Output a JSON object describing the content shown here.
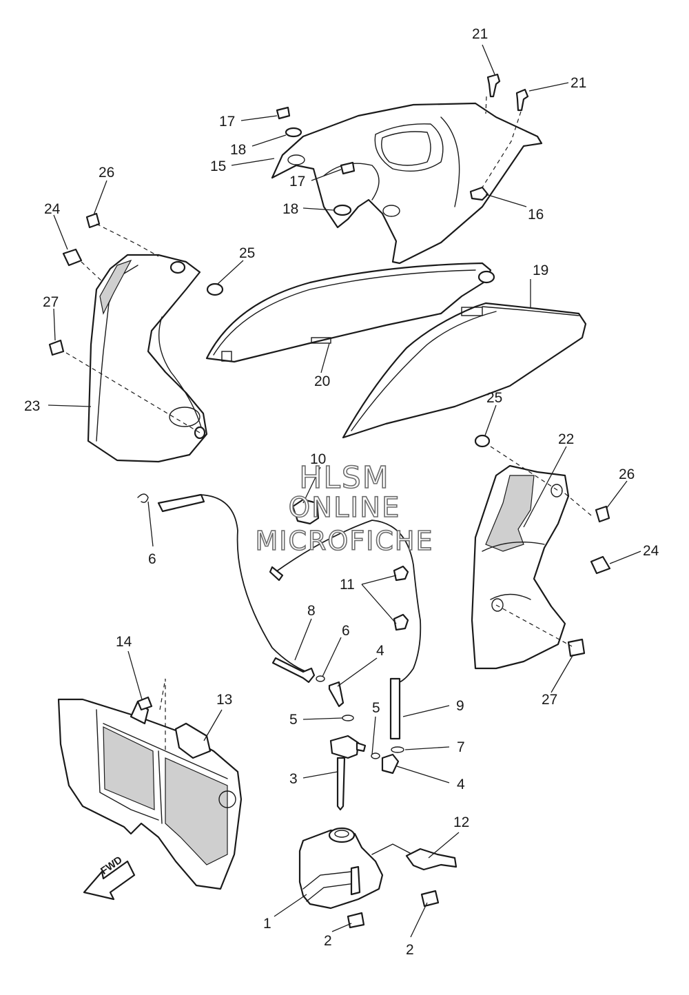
{
  "watermark": {
    "line1": "HLSM",
    "line2": "ONLINE",
    "line3": "MICROFICHE"
  },
  "fwd_label": "FWD",
  "callouts": {
    "c1": "1",
    "c2a": "2",
    "c2b": "2",
    "c3": "3",
    "c4a": "4",
    "c4b": "4",
    "c5a": "5",
    "c5b": "5",
    "c6a": "6",
    "c6b": "6",
    "c7": "7",
    "c8": "8",
    "c9": "9",
    "c10": "10",
    "c11": "11",
    "c12": "12",
    "c13": "13",
    "c14": "14",
    "c15": "15",
    "c16": "16",
    "c17a": "17",
    "c17b": "17",
    "c18a": "18",
    "c18b": "18",
    "c19": "19",
    "c20": "20",
    "c21a": "21",
    "c21b": "21",
    "c22": "22",
    "c23": "23",
    "c24a": "24",
    "c24b": "24",
    "c25a": "25",
    "c25b": "25",
    "c26a": "26",
    "c26b": "26",
    "c27a": "27",
    "c27b": "27"
  }
}
